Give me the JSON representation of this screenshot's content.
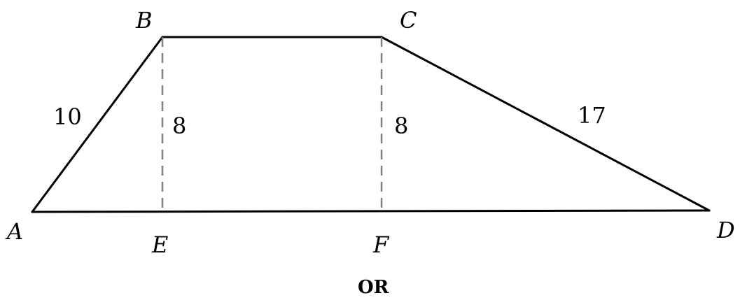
{
  "figure": {
    "vertices": {
      "A": "A",
      "B": "B",
      "C": "C",
      "D": "D",
      "E": "E",
      "F": "F"
    },
    "lengths": {
      "AB": "10",
      "BE": "8",
      "CF": "8",
      "CD": "17"
    },
    "footer": "OR"
  }
}
